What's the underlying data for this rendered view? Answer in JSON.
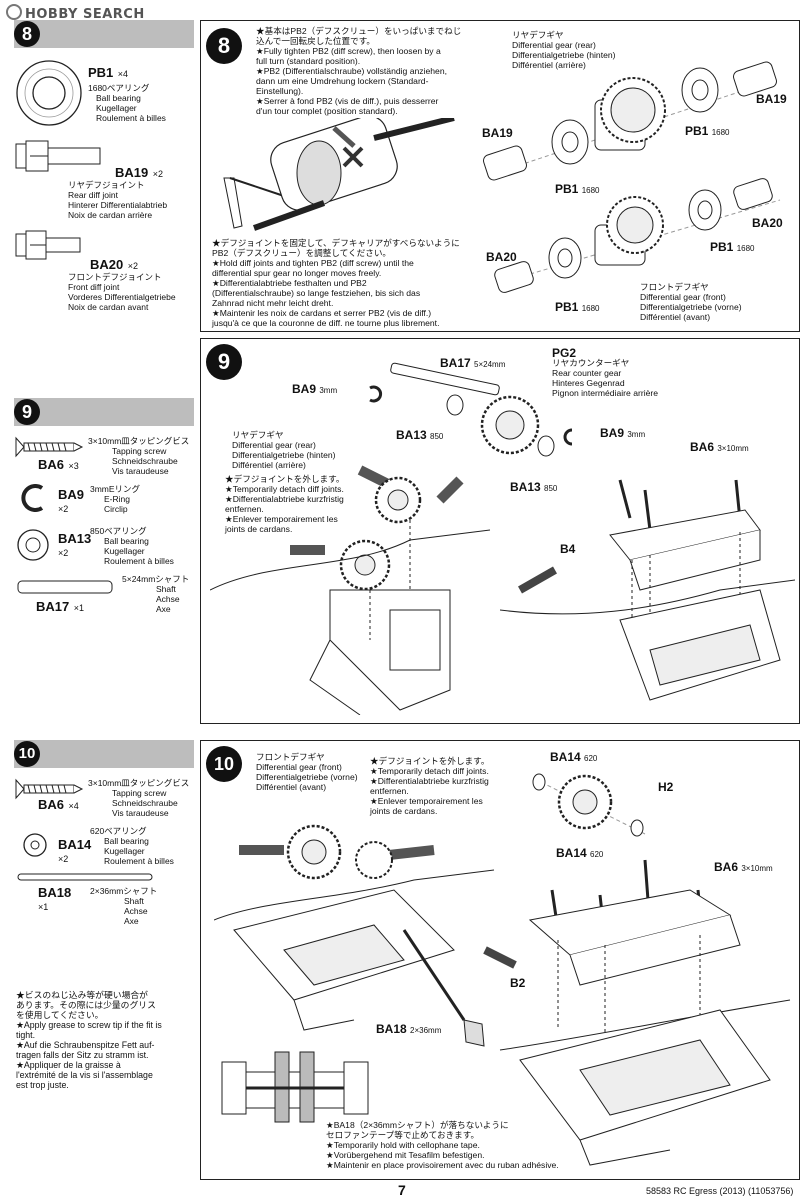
{
  "header": {
    "logo_text": "HOBBY SEARCH"
  },
  "step8": {
    "number": "8",
    "parts": [
      {
        "code": "PB1",
        "qty": "×4",
        "lines": [
          "1680ベアリング",
          "Ball bearing",
          "Kugellager",
          "Roulement à billes"
        ]
      },
      {
        "code": "BA19",
        "qty": "×2",
        "lines": [
          "リヤデフジョイント",
          "Rear diff joint",
          "Hinterer Differentialabtrieb",
          "Noix de cardan arrière"
        ]
      },
      {
        "code": "BA20",
        "qty": "×2",
        "lines": [
          "フロントデフジョイント",
          "Front diff joint",
          "Vorderes Differentialgetriebe",
          "Noix de cardan avant"
        ]
      }
    ],
    "note1": [
      "★基本はPB2（デフスクリュー）をいっぱいまでねじ",
      "込んで一回転戻した位置です。",
      "★Fully tighten PB2 (diff screw), then loosen by a",
      "full turn (standard position).",
      "★PB2 (Differentialschraube) vollständig anziehen,",
      "dann um eine Umdrehung lockern (Standard-",
      "Einstellung).",
      "★Serrer à fond PB2 (vis de diff.), puis desserrer",
      "d'un tour complet (position standard)."
    ],
    "note2": [
      "★デフジョイントを固定して、デフキャリアがすべらないように",
      "PB2（デフスクリュー）を調整してください。",
      "★Hold diff joints and tighten PB2 (diff screw) until the",
      "differential spur gear no longer moves freely.",
      "★Differentialabtriebe festhalten und PB2",
      "(Differentialschraube) so lange festziehen, bis sich das",
      "Zahnrad nicht mehr leicht dreht.",
      "★Maintenir les noix de cardans et serrer PB2 (vis de diff.)",
      "jusqu'à ce que la couronne de diff. ne tourne plus librement."
    ],
    "rear_gear": [
      "リヤデフギヤ",
      "Differential gear (rear)",
      "Differentialgetriebe (hinten)",
      "Différentiel (arrière)"
    ],
    "front_gear": [
      "フロントデフギヤ",
      "Differential gear (front)",
      "Differentialgetriebe (vorne)",
      "Différentiel (avant)"
    ],
    "labels": {
      "ba19": "BA19",
      "ba20": "BA20",
      "pb1": "PB1",
      "size": "1680"
    }
  },
  "step9": {
    "number": "9",
    "parts": [
      {
        "code": "BA6",
        "qty": "×3",
        "lines": [
          "3×10mm皿タッピングビス",
          "Tapping screw",
          "Schneidschraube",
          "Vis taraudeuse"
        ]
      },
      {
        "code": "BA9",
        "qty": "×2",
        "lines": [
          "3mmEリング",
          "E-Ring",
          "Circlip"
        ]
      },
      {
        "code": "BA13",
        "qty": "×2",
        "lines": [
          "850ベアリング",
          "Ball bearing",
          "Kugellager",
          "Roulement à billes"
        ]
      },
      {
        "code": "BA17",
        "qty": "×1",
        "lines": [
          "5×24mmシャフト",
          "Shaft",
          "Achse",
          "Axe"
        ]
      }
    ],
    "rear_gear": [
      "リヤデフギヤ",
      "Differential gear (rear)",
      "Differentialgetriebe (hinten)",
      "Différentiel (arrière)"
    ],
    "note": [
      "★デフジョイントを外します。",
      "★Temporarily detach diff joints.",
      "★Differentialabtriebe kurzfristig",
      "entfernen.",
      "★Enlever temporairement les",
      "joints de cardans."
    ],
    "pg2": [
      "PG2",
      "リヤカウンターギヤ",
      "Rear counter gear",
      "Hinteres Gegenrad",
      "Pignon intermédiaire arrière"
    ],
    "labels": {
      "ba17": "BA17",
      "ba17size": "5×24mm",
      "ba9": "BA9",
      "ba9size": "3mm",
      "ba13": "BA13",
      "ba13size": "850",
      "ba6": "BA6",
      "ba6size": "3×10mm",
      "b4": "B4"
    }
  },
  "step10": {
    "number": "10",
    "parts": [
      {
        "code": "BA6",
        "qty": "×4",
        "lines": [
          "3×10mm皿タッピングビス",
          "Tapping screw",
          "Schneidschraube",
          "Vis taraudeuse"
        ]
      },
      {
        "code": "BA14",
        "qty": "×2",
        "lines": [
          "620ベアリング",
          "Ball bearing",
          "Kugellager",
          "Roulement à billes"
        ]
      },
      {
        "code": "BA18",
        "qty": "×1",
        "lines": [
          "2×36mmシャフト",
          "Shaft",
          "Achse",
          "Axe"
        ]
      }
    ],
    "grease_note": [
      "★ビスのねじ込み等が硬い場合が",
      "あります。その際には少量のグリス",
      "を使用してください。",
      "★Apply grease to screw tip if the fit is",
      "tight.",
      "★Auf die Schraubenspitze Fett auf-",
      "tragen falls der Sitz zu stramm ist.",
      "★Appliquer de la graisse à",
      "l'extrémité de la vis si l'assemblage",
      "est trop juste."
    ],
    "front_gear": [
      "フロントデフギヤ",
      "Differential gear (front)",
      "Differentialgetriebe (vorne)",
      "Différentiel (avant)"
    ],
    "note": [
      "★デフジョイントを外します。",
      "★Temporarily detach diff joints.",
      "★Differentialabtriebe kurzfristig",
      "entfernen.",
      "★Enlever temporairement les",
      "joints de cardans."
    ],
    "tape_note": [
      "★BA18（2×36mmシャフト）が落ちないように",
      "セロファンテープ等で止めておきます。",
      "★Temporarily hold with cellophane tape.",
      "★Vorübergehend mit Tesafilm befestigen.",
      "★Maintenir en place provisoirement avec du ruban adhésive."
    ],
    "labels": {
      "ba14": "BA14",
      "ba14size": "620",
      "h2": "H2",
      "ba6": "BA6",
      "ba6size": "3×10mm",
      "b2": "B2",
      "ba18": "BA18",
      "ba18size": "2×36mm"
    }
  },
  "footer": {
    "page": "7",
    "ref": "58583 RC Egress (2013) (11053756)"
  }
}
